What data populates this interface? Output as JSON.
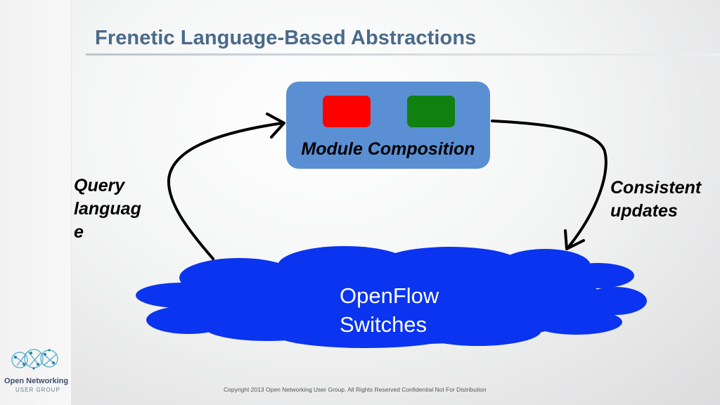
{
  "slide": {
    "title": "Frenetic Language-Based Abstractions"
  },
  "diagram": {
    "module_label": "Module Composition",
    "query_label_lines": [
      "Query",
      "languag",
      "e"
    ],
    "consistent_label_lines": [
      "Consistent",
      "updates"
    ],
    "cloud_label_lines": [
      "OpenFlow",
      "Switches"
    ],
    "colors": {
      "module_box": "#5a8fd3",
      "block_red": "#ff0000",
      "block_green": "#108010",
      "cloud": "#0a34f0"
    }
  },
  "branding": {
    "logo_title": "Open Networking",
    "logo_subtitle": "USER GROUP",
    "logo_icon": "network-nodes-logo"
  },
  "footer": {
    "copyright": "Copyright 2013 Open Networking User Group.  All Rights Reserved  Confidential Not For Distribution"
  }
}
